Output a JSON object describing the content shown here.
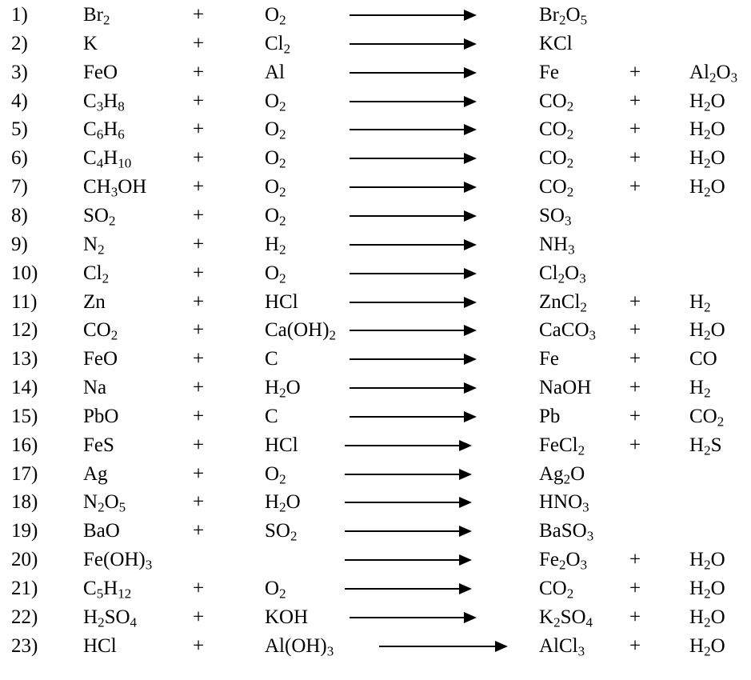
{
  "equations": [
    {
      "num": "1)",
      "r1": [
        "Br",
        [
          "2"
        ]
      ],
      "p1": "+",
      "r2": [
        "O",
        [
          "2"
        ]
      ],
      "prod1": [
        "Br",
        [
          "2"
        ],
        "O",
        [
          "5"
        ]
      ],
      "p2": "",
      "prod2": []
    },
    {
      "num": "2)",
      "r1": [
        "K"
      ],
      "p1": "+",
      "r2": [
        "Cl",
        [
          "2"
        ]
      ],
      "prod1": [
        "KCl"
      ],
      "p2": "",
      "prod2": []
    },
    {
      "num": "3)",
      "r1": [
        "FeO"
      ],
      "p1": "+",
      "r2": [
        "Al"
      ],
      "prod1": [
        "Fe"
      ],
      "p2": "+",
      "prod2": [
        "Al",
        [
          "2"
        ],
        "O",
        [
          "3"
        ]
      ]
    },
    {
      "num": "4)",
      "r1": [
        "C",
        [
          "3"
        ],
        "H",
        [
          "8"
        ]
      ],
      "p1": "+",
      "r2": [
        "O",
        [
          "2"
        ]
      ],
      "prod1": [
        "CO",
        [
          "2"
        ]
      ],
      "p2": "+",
      "prod2": [
        "H",
        [
          "2"
        ],
        "O"
      ]
    },
    {
      "num": "5)",
      "r1": [
        "C",
        [
          "6"
        ],
        "H",
        [
          "6"
        ]
      ],
      "p1": "+",
      "r2": [
        "O",
        [
          "2"
        ]
      ],
      "prod1": [
        "CO",
        [
          "2"
        ]
      ],
      "p2": "+",
      "prod2": [
        "H",
        [
          "2"
        ],
        "O"
      ]
    },
    {
      "num": "6)",
      "r1": [
        "C",
        [
          "4"
        ],
        "H",
        [
          "10"
        ]
      ],
      "p1": "+",
      "r2": [
        "O",
        [
          "2"
        ]
      ],
      "prod1": [
        "CO",
        [
          "2"
        ]
      ],
      "p2": "+",
      "prod2": [
        "H",
        [
          "2"
        ],
        "O"
      ]
    },
    {
      "num": "7)",
      "r1": [
        "CH",
        [
          "3"
        ],
        "OH"
      ],
      "p1": "+",
      "r2": [
        "O",
        [
          "2"
        ]
      ],
      "prod1": [
        "CO",
        [
          "2"
        ]
      ],
      "p2": "+",
      "prod2": [
        "H",
        [
          "2"
        ],
        "O"
      ]
    },
    {
      "num": "8)",
      "r1": [
        "SO",
        [
          "2"
        ]
      ],
      "p1": "+",
      "r2": [
        "O",
        [
          "2"
        ]
      ],
      "prod1": [
        "SO",
        [
          "3"
        ]
      ],
      "p2": "",
      "prod2": []
    },
    {
      "num": "9)",
      "r1": [
        "N",
        [
          "2"
        ]
      ],
      "p1": "+",
      "r2": [
        "H",
        [
          "2"
        ]
      ],
      "prod1": [
        "NH",
        [
          "3"
        ]
      ],
      "p2": "",
      "prod2": []
    },
    {
      "num": "10)",
      "r1": [
        "Cl",
        [
          "2"
        ]
      ],
      "p1": "+",
      "r2": [
        "O",
        [
          "2"
        ]
      ],
      "prod1": [
        "Cl",
        [
          "2"
        ],
        "O",
        [
          "3"
        ]
      ],
      "p2": "",
      "prod2": []
    },
    {
      "num": "11)",
      "r1": [
        "Zn"
      ],
      "p1": "+",
      "r2": [
        "HCl"
      ],
      "prod1": [
        "ZnCl",
        [
          "2"
        ]
      ],
      "p2": "+",
      "prod2": [
        "H",
        [
          "2"
        ]
      ]
    },
    {
      "num": "12)",
      "r1": [
        "CO",
        [
          "2"
        ]
      ],
      "p1": "+",
      "r2": [
        "Ca(OH)",
        [
          "2"
        ]
      ],
      "prod1": [
        "CaCO",
        [
          "3"
        ]
      ],
      "p2": "+",
      "prod2": [
        "H",
        [
          "2"
        ],
        "O"
      ]
    },
    {
      "num": "13)",
      "r1": [
        "FeO"
      ],
      "p1": "+",
      "r2": [
        "C"
      ],
      "prod1": [
        "Fe"
      ],
      "p2": "+",
      "prod2": [
        "CO"
      ]
    },
    {
      "num": "14)",
      "r1": [
        "Na"
      ],
      "p1": "+",
      "r2": [
        "H",
        [
          "2"
        ],
        "O"
      ],
      "prod1": [
        "NaOH"
      ],
      "p2": "+",
      "prod2": [
        "H",
        [
          "2"
        ]
      ]
    },
    {
      "num": "15)",
      "r1": [
        "PbO"
      ],
      "p1": "+",
      "r2": [
        "C"
      ],
      "prod1": [
        "Pb"
      ],
      "p2": "+",
      "prod2": [
        "CO",
        [
          "2"
        ]
      ]
    },
    {
      "num": "16)",
      "r1": [
        "FeS"
      ],
      "p1": "+",
      "r2": [
        "HCl"
      ],
      "prod1": [
        "FeCl",
        [
          "2"
        ]
      ],
      "p2": "+",
      "prod2": [
        "H",
        [
          "2"
        ],
        "S"
      ]
    },
    {
      "num": "17)",
      "r1": [
        "Ag"
      ],
      "p1": "+",
      "r2": [
        "O",
        [
          "2"
        ]
      ],
      "prod1": [
        "Ag",
        [
          "2"
        ],
        "O"
      ],
      "p2": "",
      "prod2": []
    },
    {
      "num": "18)",
      "r1": [
        "N",
        [
          "2"
        ],
        "O",
        [
          "5"
        ]
      ],
      "p1": "+",
      "r2": [
        "H",
        [
          "2"
        ],
        "O"
      ],
      "prod1": [
        "HNO",
        [
          "3"
        ]
      ],
      "p2": "",
      "prod2": []
    },
    {
      "num": "19)",
      "r1": [
        "BaO"
      ],
      "p1": "+",
      "r2": [
        "SO",
        [
          "2"
        ]
      ],
      "prod1": [
        "BaSO",
        [
          "3"
        ]
      ],
      "p2": "",
      "prod2": []
    },
    {
      "num": "20)",
      "r1": [
        "Fe(OH)",
        [
          "3"
        ]
      ],
      "p1": "",
      "r2": [],
      "prod1": [
        "Fe",
        [
          "2"
        ],
        "O",
        [
          "3"
        ]
      ],
      "p2": "+",
      "prod2": [
        "H",
        [
          "2"
        ],
        "O"
      ]
    },
    {
      "num": "21)",
      "r1": [
        "C",
        [
          "5"
        ],
        "H",
        [
          "12"
        ]
      ],
      "p1": "+",
      "r2": [
        "O",
        [
          "2"
        ]
      ],
      "prod1": [
        "CO",
        [
          "2"
        ]
      ],
      "p2": "+",
      "prod2": [
        "H",
        [
          "2"
        ],
        "O"
      ]
    },
    {
      "num": "22)",
      "r1": [
        "H",
        [
          "2"
        ],
        "SO",
        [
          "4"
        ]
      ],
      "p1": "+",
      "r2": [
        "KOH"
      ],
      "prod1": [
        "K",
        [
          "2"
        ],
        "SO",
        [
          "4"
        ]
      ],
      "p2": "+",
      "prod2": [
        "H",
        [
          "2"
        ],
        "O"
      ]
    },
    {
      "num": "23)",
      "r1": [
        "HCl"
      ],
      "p1": "+",
      "r2": [
        "Al(OH)",
        [
          "3"
        ]
      ],
      "prod1": [
        "AlCl",
        [
          "3"
        ]
      ],
      "p2": "+",
      "prod2": [
        "H",
        [
          "2"
        ],
        "O"
      ]
    }
  ]
}
